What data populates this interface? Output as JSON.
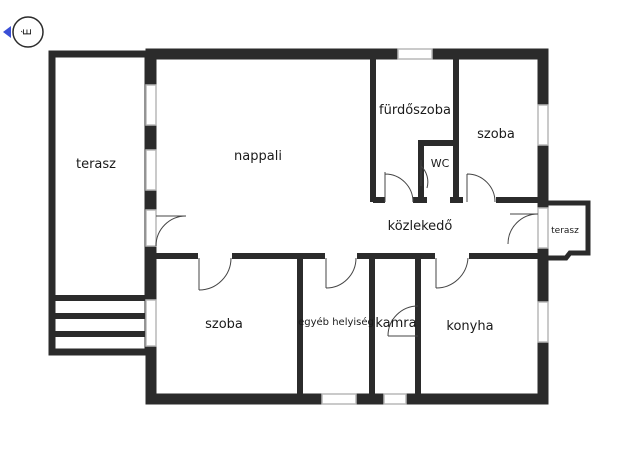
{
  "compass": {
    "symbol": "É",
    "icon": "north-arrow-icon",
    "color": "#3a4fd6"
  },
  "colors": {
    "wall": "#2b2b2b",
    "window": "#b8b8b8",
    "door": "#444444",
    "background": "#ffffff"
  },
  "rooms": {
    "terasz_left": "terasz",
    "nappali": "nappali",
    "furdoszoba": "fürdőszoba",
    "szoba_top": "szoba",
    "wc": "WC",
    "kozlekedo": "közlekedő",
    "terasz_right": "terasz",
    "szoba_bottom": "szoba",
    "egyeb": "egyéb helyiség",
    "kamra": "kamra",
    "konyha": "konyha"
  }
}
